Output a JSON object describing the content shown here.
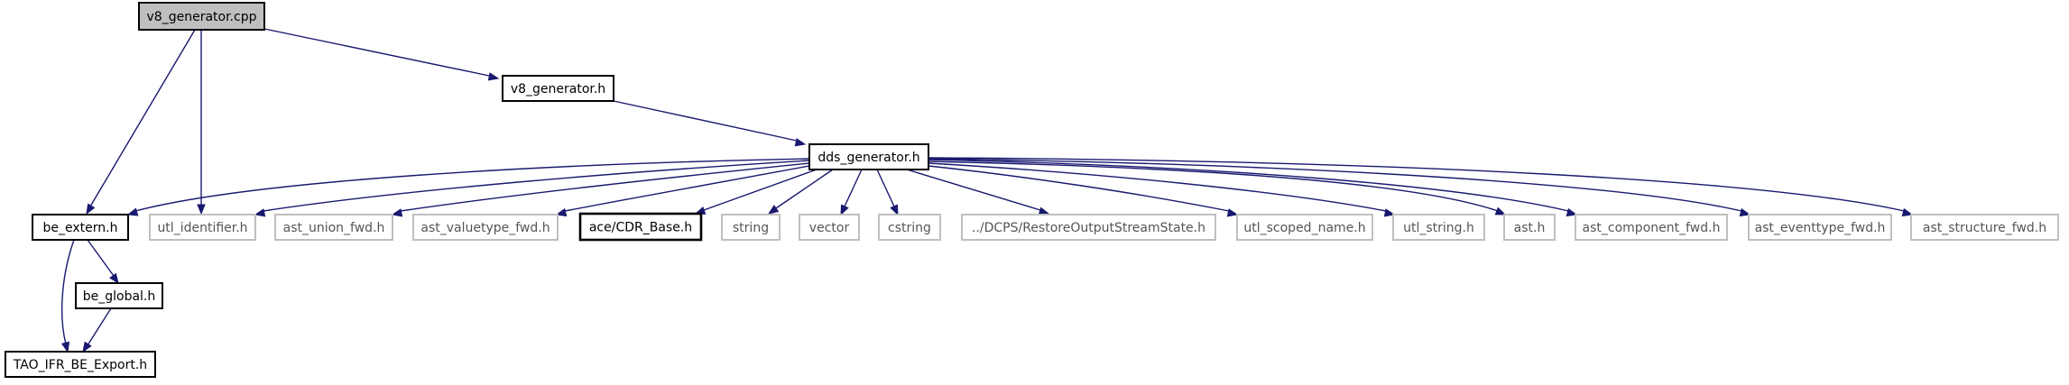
{
  "graph": {
    "nodes": [
      {
        "id": "v8_generator_cpp",
        "label": "v8_generator.cpp",
        "style": "root"
      },
      {
        "id": "v8_generator_h",
        "label": "v8_generator.h",
        "style": "normal"
      },
      {
        "id": "dds_generator_h",
        "label": "dds_generator.h",
        "style": "normal"
      },
      {
        "id": "be_extern_h",
        "label": "be_extern.h",
        "style": "normal"
      },
      {
        "id": "utl_identifier_h",
        "label": "utl_identifier.h",
        "style": "ghost"
      },
      {
        "id": "ast_union_fwd_h",
        "label": "ast_union_fwd.h",
        "style": "ghost"
      },
      {
        "id": "ast_valuetype_fwd_h",
        "label": "ast_valuetype_fwd.h",
        "style": "ghost"
      },
      {
        "id": "ace_cdr_base_h",
        "label": "ace/CDR_Base.h",
        "style": "bold"
      },
      {
        "id": "string",
        "label": "string",
        "style": "ghost"
      },
      {
        "id": "vector",
        "label": "vector",
        "style": "ghost"
      },
      {
        "id": "cstring",
        "label": "cstring",
        "style": "ghost"
      },
      {
        "id": "restore_output_stream_state_h",
        "label": "../DCPS/RestoreOutputStreamState.h",
        "style": "ghost"
      },
      {
        "id": "utl_scoped_name_h",
        "label": "utl_scoped_name.h",
        "style": "ghost"
      },
      {
        "id": "utl_string_h",
        "label": "utl_string.h",
        "style": "ghost"
      },
      {
        "id": "ast_h",
        "label": "ast.h",
        "style": "ghost"
      },
      {
        "id": "ast_component_fwd_h",
        "label": "ast_component_fwd.h",
        "style": "ghost"
      },
      {
        "id": "ast_eventtype_fwd_h",
        "label": "ast_eventtype_fwd.h",
        "style": "ghost"
      },
      {
        "id": "ast_structure_fwd_h",
        "label": "ast_structure_fwd.h",
        "style": "ghost"
      },
      {
        "id": "be_global_h",
        "label": "be_global.h",
        "style": "normal"
      },
      {
        "id": "tao_ifr_be_export_h",
        "label": "TAO_IFR_BE_Export.h",
        "style": "normal"
      }
    ],
    "edges": [
      {
        "from": "v8_generator_cpp",
        "to": "be_extern_h"
      },
      {
        "from": "v8_generator_cpp",
        "to": "utl_identifier_h"
      },
      {
        "from": "v8_generator_cpp",
        "to": "v8_generator_h"
      },
      {
        "from": "v8_generator_h",
        "to": "dds_generator_h"
      },
      {
        "from": "dds_generator_h",
        "to": "be_extern_h"
      },
      {
        "from": "dds_generator_h",
        "to": "utl_identifier_h"
      },
      {
        "from": "dds_generator_h",
        "to": "ast_union_fwd_h"
      },
      {
        "from": "dds_generator_h",
        "to": "ast_valuetype_fwd_h"
      },
      {
        "from": "dds_generator_h",
        "to": "ace_cdr_base_h"
      },
      {
        "from": "dds_generator_h",
        "to": "string"
      },
      {
        "from": "dds_generator_h",
        "to": "vector"
      },
      {
        "from": "dds_generator_h",
        "to": "cstring"
      },
      {
        "from": "dds_generator_h",
        "to": "restore_output_stream_state_h"
      },
      {
        "from": "dds_generator_h",
        "to": "utl_scoped_name_h"
      },
      {
        "from": "dds_generator_h",
        "to": "utl_string_h"
      },
      {
        "from": "dds_generator_h",
        "to": "ast_h"
      },
      {
        "from": "dds_generator_h",
        "to": "ast_component_fwd_h"
      },
      {
        "from": "dds_generator_h",
        "to": "ast_eventtype_fwd_h"
      },
      {
        "from": "dds_generator_h",
        "to": "ast_structure_fwd_h"
      },
      {
        "from": "be_extern_h",
        "to": "be_global_h"
      },
      {
        "from": "be_extern_h",
        "to": "tao_ifr_be_export_h"
      },
      {
        "from": "be_global_h",
        "to": "tao_ifr_be_export_h"
      }
    ]
  }
}
